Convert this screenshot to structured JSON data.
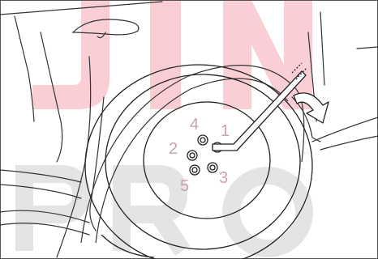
{
  "illustration": {
    "subject": "wheel-lug-nut-removal",
    "lug_nut_sequence": [
      "1",
      "2",
      "3",
      "4",
      "5"
    ]
  },
  "watermark": {
    "top_text": "JIN",
    "bottom_text": "PRO",
    "top_color": "#f25a72",
    "bottom_color": "#c8c8c8"
  },
  "colors": {
    "line": "#222222",
    "label": "#c9a3ad",
    "arrow_fill": "#ffffff"
  }
}
